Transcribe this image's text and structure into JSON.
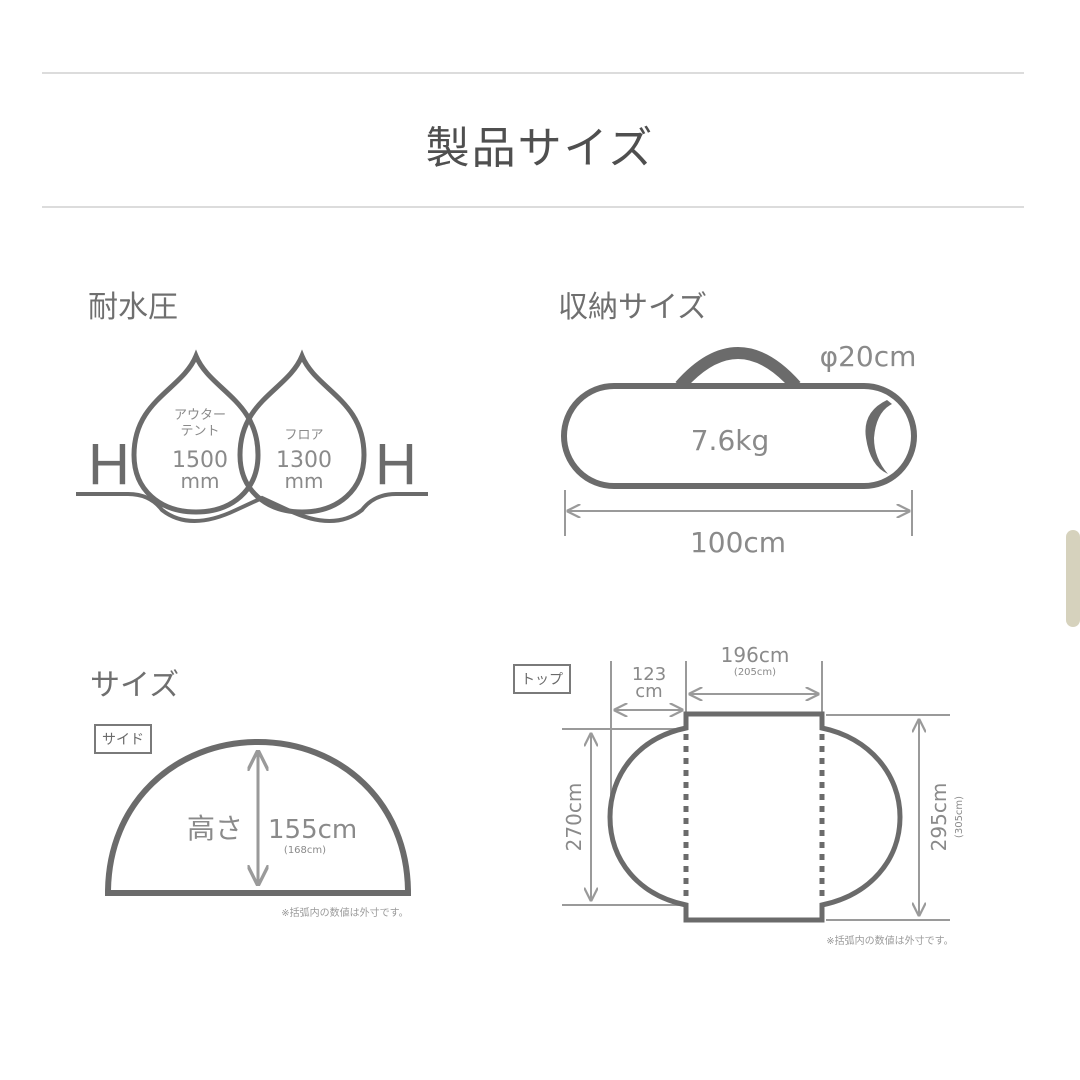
{
  "page": {
    "title": "製品サイズ"
  },
  "colors": {
    "stroke": "#6b6b6b",
    "text": "#8a8a8a",
    "dimension_line": "#9a9a9a",
    "rule": "#dcdcdc",
    "scrollbar": "#d6d2bd"
  },
  "water_pressure": {
    "title": "耐水圧",
    "left_symbol": "H",
    "right_symbol": "H",
    "drops": [
      {
        "label_line1": "アウター",
        "label_line2": "テント",
        "value": "1500",
        "unit": "mm"
      },
      {
        "label_line1": "フロア",
        "value": "1300",
        "unit": "mm"
      }
    ]
  },
  "storage_size": {
    "title": "収納サイズ",
    "diameter": "φ20cm",
    "weight": "7.6kg",
    "length": "100cm"
  },
  "size": {
    "title": "サイズ",
    "side": {
      "tag": "サイド",
      "height_label": "高さ",
      "height_value": "155cm",
      "height_outer": "(168cm)",
      "note": "※括弧内の数値は外寸です。"
    },
    "top": {
      "tag": "トップ",
      "vestibule_depth_line1": "123",
      "vestibule_depth_line2": "cm",
      "inner_width": "196cm",
      "inner_width_outer": "(205cm)",
      "inner_length": "270cm",
      "total_length": "295cm",
      "total_length_outer": "(305cm)",
      "note": "※括弧内の数値は外寸です。"
    }
  }
}
